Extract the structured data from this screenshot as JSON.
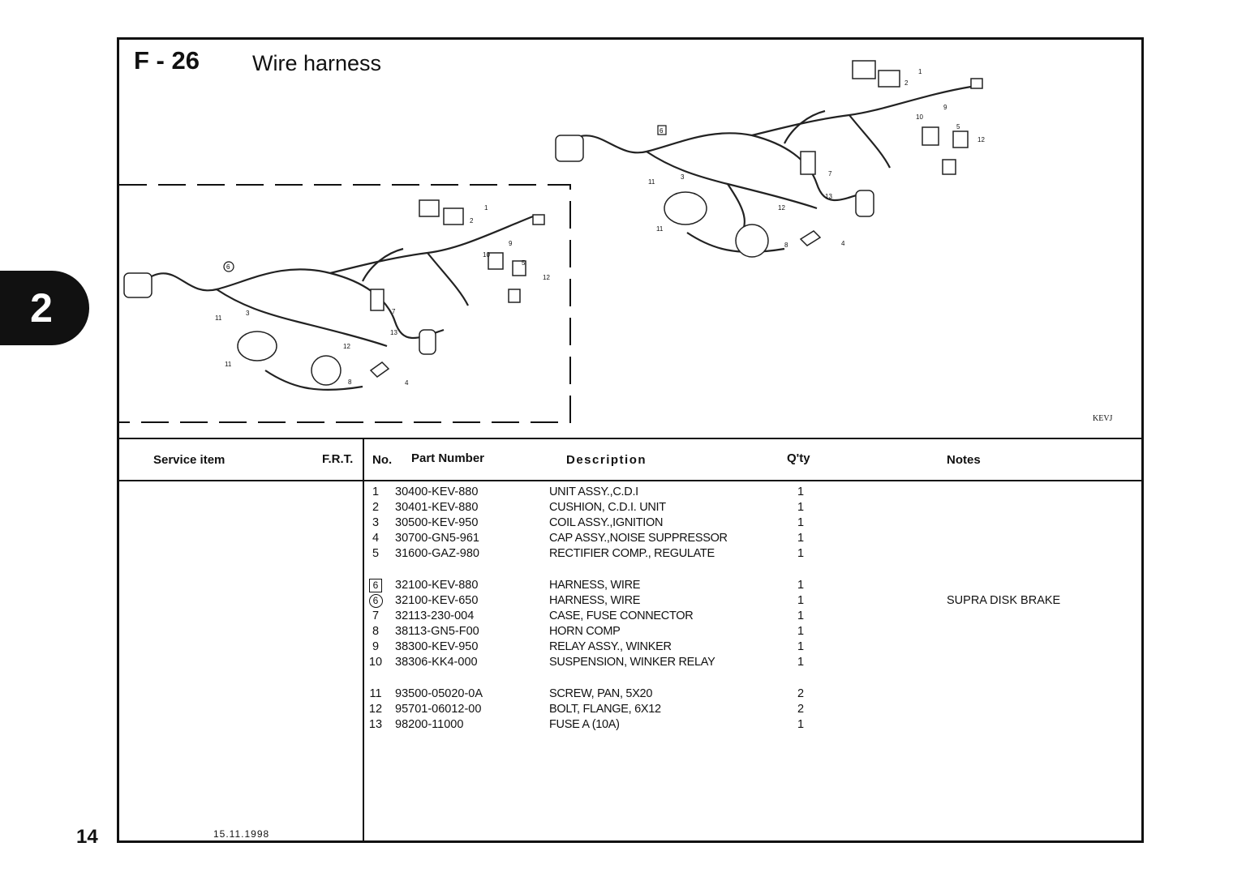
{
  "section_tab": "2",
  "page_number": "14",
  "figure": {
    "code": "F - 26",
    "title": "Wire harness",
    "model_code": "KEVJ",
    "date": "15.11.1998"
  },
  "table": {
    "headers": {
      "service_item": "Service item",
      "frt": "F.R.T.",
      "no": "No.",
      "part_number": "Part Number",
      "description": "Description",
      "qty": "Q'ty",
      "notes": "Notes"
    },
    "parts": [
      {
        "no": "1",
        "marker": "",
        "part_number": "30400-KEV-880",
        "description": "UNIT ASSY.,C.D.I",
        "qty": "1",
        "notes": ""
      },
      {
        "no": "2",
        "marker": "",
        "part_number": "30401-KEV-880",
        "description": "CUSHION, C.D.I. UNIT",
        "qty": "1",
        "notes": ""
      },
      {
        "no": "3",
        "marker": "",
        "part_number": "30500-KEV-950",
        "description": "COIL ASSY.,IGNITION",
        "qty": "1",
        "notes": ""
      },
      {
        "no": "4",
        "marker": "",
        "part_number": "30700-GN5-961",
        "description": "CAP ASSY.,NOISE SUPPRESSOR",
        "qty": "1",
        "notes": ""
      },
      {
        "no": "5",
        "marker": "",
        "part_number": "31600-GAZ-980",
        "description": "RECTIFIER COMP., REGULATE",
        "qty": "1",
        "notes": ""
      },
      {
        "no": "6",
        "marker": "square",
        "part_number": "32100-KEV-880",
        "description": "HARNESS, WIRE",
        "qty": "1",
        "notes": ""
      },
      {
        "no": "6",
        "marker": "circle",
        "part_number": "32100-KEV-650",
        "description": "HARNESS, WIRE",
        "qty": "1",
        "notes": "SUPRA DISK BRAKE"
      },
      {
        "no": "7",
        "marker": "",
        "part_number": "32113-230-004",
        "description": "CASE, FUSE CONNECTOR",
        "qty": "1",
        "notes": ""
      },
      {
        "no": "8",
        "marker": "",
        "part_number": "38113-GN5-F00",
        "description": "HORN COMP",
        "qty": "1",
        "notes": ""
      },
      {
        "no": "9",
        "marker": "",
        "part_number": "38300-KEV-950",
        "description": "RELAY ASSY., WINKER",
        "qty": "1",
        "notes": ""
      },
      {
        "no": "10",
        "marker": "",
        "part_number": "38306-KK4-000",
        "description": "SUSPENSION, WINKER RELAY",
        "qty": "1",
        "notes": ""
      },
      {
        "no": "11",
        "marker": "",
        "part_number": "93500-05020-0A",
        "description": "SCREW, PAN, 5X20",
        "qty": "2",
        "notes": ""
      },
      {
        "no": "12",
        "marker": "",
        "part_number": "95701-06012-00",
        "description": "BOLT, FLANGE, 6X12",
        "qty": "2",
        "notes": ""
      },
      {
        "no": "13",
        "marker": "",
        "part_number": "98200-11000",
        "description": "FUSE A (10A)",
        "qty": "1",
        "notes": ""
      }
    ]
  }
}
